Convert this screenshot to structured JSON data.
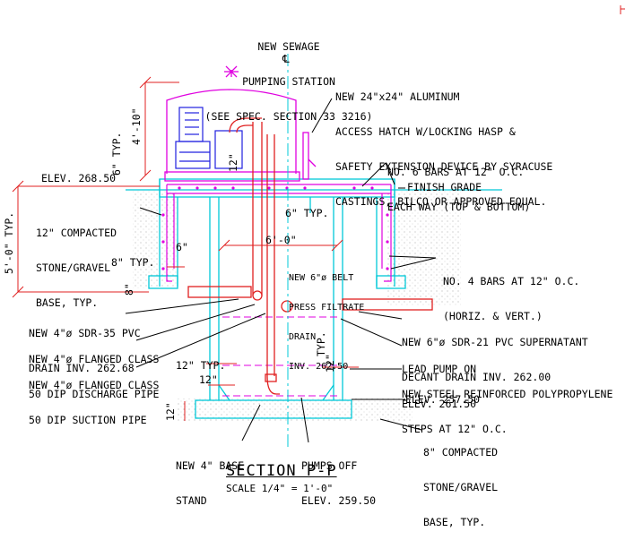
{
  "station_label": [
    "NEW SEWAGE",
    "PUMPING STATION",
    "(SEE SPEC. SECTION 33 3216)"
  ],
  "centerline_symbol": "℄",
  "hatch_note": [
    "NEW 24\"x24\" ALUMINUM",
    "ACCESS HATCH W/LOCKING HASP &",
    "SAFETY EXTENSION DEVICE BY SYRACUSE",
    "CASTINGS, BILCO OR APPROVED EQUAL."
  ],
  "rebar_top_note": [
    "NO. 6 BARS AT 12\" O.C.",
    "EACH WAY (TOP & BOTTOM)"
  ],
  "finish_grade": "FINISH GRADE",
  "elev_top": "ELEV. 268.50",
  "stone_base_left": [
    "12\" COMPACTED",
    "STONE/GRAVEL",
    "BASE, TYP."
  ],
  "rebar_side_note": [
    "NO. 4 BARS AT 12\" O.C.",
    "(HORIZ. & VERT.)"
  ],
  "pvc_drain_note": [
    "NEW 4\"ø SDR-35 PVC",
    "DRAIN INV. 262.68"
  ],
  "discharge_pipe_note": [
    "NEW 4\"ø FLANGED CLASS",
    "50 DIP DISCHARGE PIPE"
  ],
  "suction_pipe_note": [
    "NEW 4\"ø FLANGED CLASS",
    "50 DIP SUCTION PIPE"
  ],
  "belt_press_note": [
    "NEW 6\"ø BELT",
    "PRESS FILTRATE",
    "DRAIN",
    "INV. 262.50"
  ],
  "supernatant_note": [
    "NEW 6\"ø SDR-21 PVC SUPERNATANT",
    "DECANT DRAIN INV. 262.00"
  ],
  "lead_pump_note": [
    "LEAD PUMP ON",
    "ELEV. 261.50"
  ],
  "steps_note": [
    "NEW STEEL REINFORCED POLYPROPYLENE",
    "STEPS AT 12\" O.C."
  ],
  "elev_bottom": "ELEV. 257.50",
  "stone_base_right": [
    "8\" COMPACTED",
    "STONE/GRAVEL",
    "BASE, TYP."
  ],
  "base_stand_note": [
    "NEW 4\" BASE",
    "STAND"
  ],
  "pumps_off_note": [
    "PUMPS OFF",
    "ELEV. 259.50"
  ],
  "dims": {
    "hatch_height": "4'-10\"",
    "slab_typ": "6\" TYP.",
    "depth": "5'-0\" TYP.",
    "wall_6": "6\"",
    "wall_8_typ": "8\" TYP.",
    "footing_8": "8\"",
    "top_6_typ": "6\" TYP.",
    "inside_width": "6'-0\"",
    "pipe_12": "12\"",
    "typ_right": "TYP.",
    "step_12": "12\"",
    "floor_12_typ": "12\" TYP.",
    "floor_12": "12\"",
    "footing_12": "12\""
  },
  "title": "SECTION P-P",
  "scale": "SCALE 1/4\" = 1'-0\""
}
